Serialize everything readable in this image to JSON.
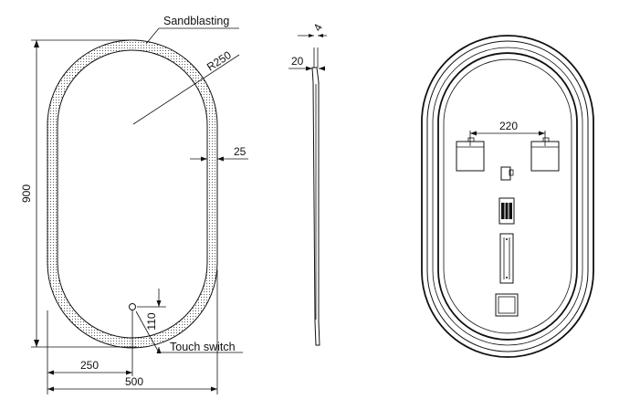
{
  "labels": {
    "sandblasting": "Sandblasting",
    "touch_switch": "Touch switch",
    "radius": "R250"
  },
  "dimensions": {
    "height": "900",
    "border_width": "25",
    "switch_offset_x": "250",
    "width": "500",
    "switch_offset_y": "110",
    "profile_thickness": "20",
    "profile_top": "4",
    "bracket_spacing": "220"
  },
  "colors": {
    "line": "#111111",
    "background": "#ffffff"
  }
}
